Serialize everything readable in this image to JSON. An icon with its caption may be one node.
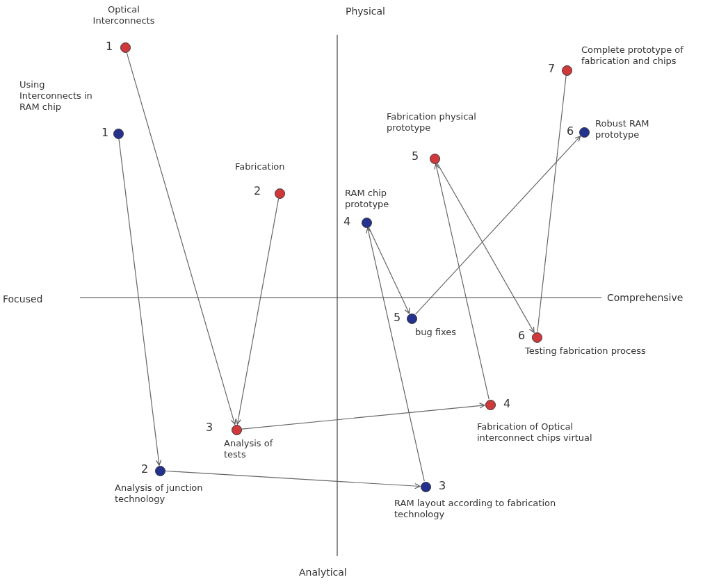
{
  "diagram": {
    "nodes": [
      {
        "text": [],
        "shape": "circle",
        "beside": [
          "1",
          "Optical Interconnects"
        ]
      },
      {
        "text": [],
        "shape": "circle",
        "beside": [
          "1",
          "Using Interconnects in RAM chip"
        ]
      },
      {
        "text": [],
        "shape": "circle",
        "beside": [
          "7",
          "Complete prototype of fabrication and chips"
        ]
      },
      {
        "text": [],
        "shape": "circle",
        "beside": [
          "6",
          "Robust RAM prototype"
        ]
      },
      {
        "text": [],
        "shape": "circle",
        "beside": [
          "5",
          "Fabrication physical prototype"
        ]
      },
      {
        "text": [],
        "shape": "circle",
        "beside": [
          "2",
          "Fabrication"
        ]
      },
      {
        "text": [],
        "shape": "circle",
        "beside": [
          "4",
          "RAM chip prototype"
        ]
      },
      {
        "text": [],
        "shape": "circle",
        "beside": [
          "5",
          "bug fixes"
        ]
      },
      {
        "text": [],
        "shape": "circle",
        "beside": [
          "6",
          "Testing fabrication process"
        ]
      },
      {
        "text": [],
        "shape": "circle",
        "beside": [
          "4",
          "Fabrication of Optical interconnect chips virtual"
        ]
      },
      {
        "text": [],
        "shape": "circle",
        "beside": [
          "3",
          "Analysis of tests"
        ]
      },
      {
        "text": [],
        "shape": "circle",
        "beside": [
          "2",
          "Analysis of junction technology"
        ]
      },
      {
        "text": [],
        "shape": "circle",
        "beside": [
          "3",
          "RAM layout according to fabrication technology"
        ]
      }
    ],
    "edges": [
      {
        "from": 0,
        "to": 10,
        "arrow": "to"
      },
      {
        "from": 5,
        "to": 10,
        "arrow": "to"
      },
      {
        "from": 10,
        "to": 9,
        "arrow": "to"
      },
      {
        "from": 9,
        "to": 4,
        "arrow": "to"
      },
      {
        "from": 4,
        "to": 8,
        "arrow": "to"
      },
      {
        "from": 8,
        "to": 2,
        "arrow": "none"
      },
      {
        "from": 1,
        "to": 11,
        "arrow": "to"
      },
      {
        "from": 11,
        "to": 12,
        "arrow": "to"
      },
      {
        "from": 12,
        "to": 6,
        "arrow": "to"
      },
      {
        "from": 6,
        "to": 7,
        "arrow": "to"
      },
      {
        "from": 7,
        "to": 3,
        "arrow": "to"
      }
    ],
    "labels": [
      "Physical",
      "Focused",
      "Comprehensive",
      "Analytical"
    ]
  }
}
